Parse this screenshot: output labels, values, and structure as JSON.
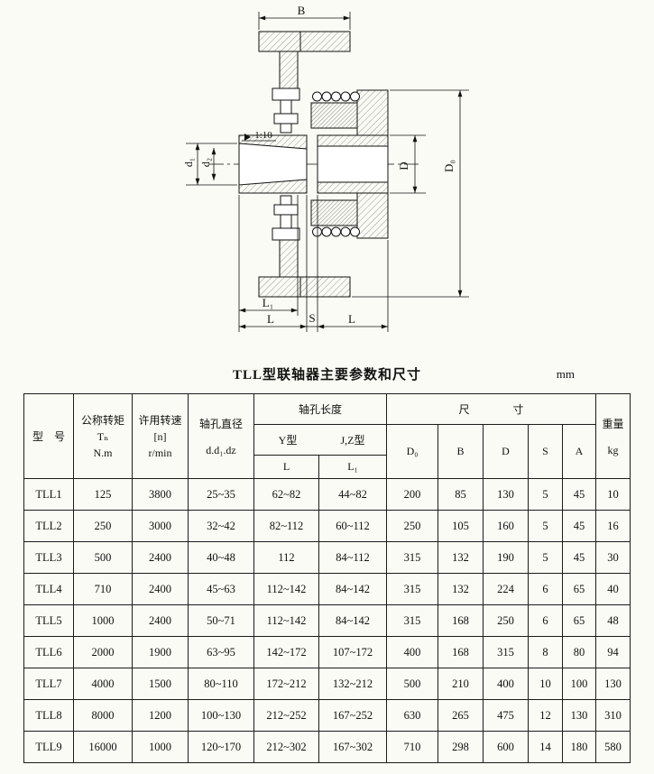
{
  "drawing": {
    "labels": {
      "b": "B",
      "d0": "D₀",
      "d": "D",
      "d1": "d₁",
      "d2": "d₂",
      "taper": "1:10",
      "l1": "L₁",
      "l_left": "L",
      "s": "S",
      "l_right": "L"
    }
  },
  "table": {
    "title": "TLL型联轴器主要参数和尺寸",
    "unit": "mm",
    "headers": {
      "model": "型　号",
      "torque_line1": "公称转矩",
      "torque_line2": "Tₙ",
      "torque_line3": "N.m",
      "speed_line1": "许用转速",
      "speed_line2": "[n]",
      "speed_line3": "r/min",
      "bore_line1": "轴孔直径",
      "bore_line2": "d.d₁.dz",
      "bore_length": "轴孔长度",
      "y_type": "Y型",
      "jz_type": "J,Z型",
      "col_L": "L",
      "col_L1": "L₁",
      "size": "尺　　　　寸",
      "col_D0": "D₀",
      "col_B": "B",
      "col_D": "D",
      "col_S": "S",
      "col_A": "A",
      "weight_line1": "重量",
      "weight_line2": "kg"
    },
    "rows": [
      [
        "TLL1",
        "125",
        "3800",
        "25~35",
        "62~82",
        "44~82",
        "200",
        "85",
        "130",
        "5",
        "45",
        "10"
      ],
      [
        "TLL2",
        "250",
        "3000",
        "32~42",
        "82~112",
        "60~112",
        "250",
        "105",
        "160",
        "5",
        "45",
        "16"
      ],
      [
        "TLL3",
        "500",
        "2400",
        "40~48",
        "112",
        "84~112",
        "315",
        "132",
        "190",
        "5",
        "45",
        "30"
      ],
      [
        "TLL4",
        "710",
        "2400",
        "45~63",
        "112~142",
        "84~142",
        "315",
        "132",
        "224",
        "6",
        "65",
        "40"
      ],
      [
        "TLL5",
        "1000",
        "2400",
        "50~71",
        "112~142",
        "84~142",
        "315",
        "168",
        "250",
        "6",
        "65",
        "48"
      ],
      [
        "TLL6",
        "2000",
        "1900",
        "63~95",
        "142~172",
        "107~172",
        "400",
        "168",
        "315",
        "8",
        "80",
        "94"
      ],
      [
        "TLL7",
        "4000",
        "1500",
        "80~110",
        "172~212",
        "132~212",
        "500",
        "210",
        "400",
        "10",
        "100",
        "130"
      ],
      [
        "TLL8",
        "8000",
        "1200",
        "100~130",
        "212~252",
        "167~252",
        "630",
        "265",
        "475",
        "12",
        "130",
        "310"
      ],
      [
        "TLL9",
        "16000",
        "1000",
        "120~170",
        "212~302",
        "167~302",
        "710",
        "298",
        "600",
        "14",
        "180",
        "580"
      ]
    ]
  }
}
